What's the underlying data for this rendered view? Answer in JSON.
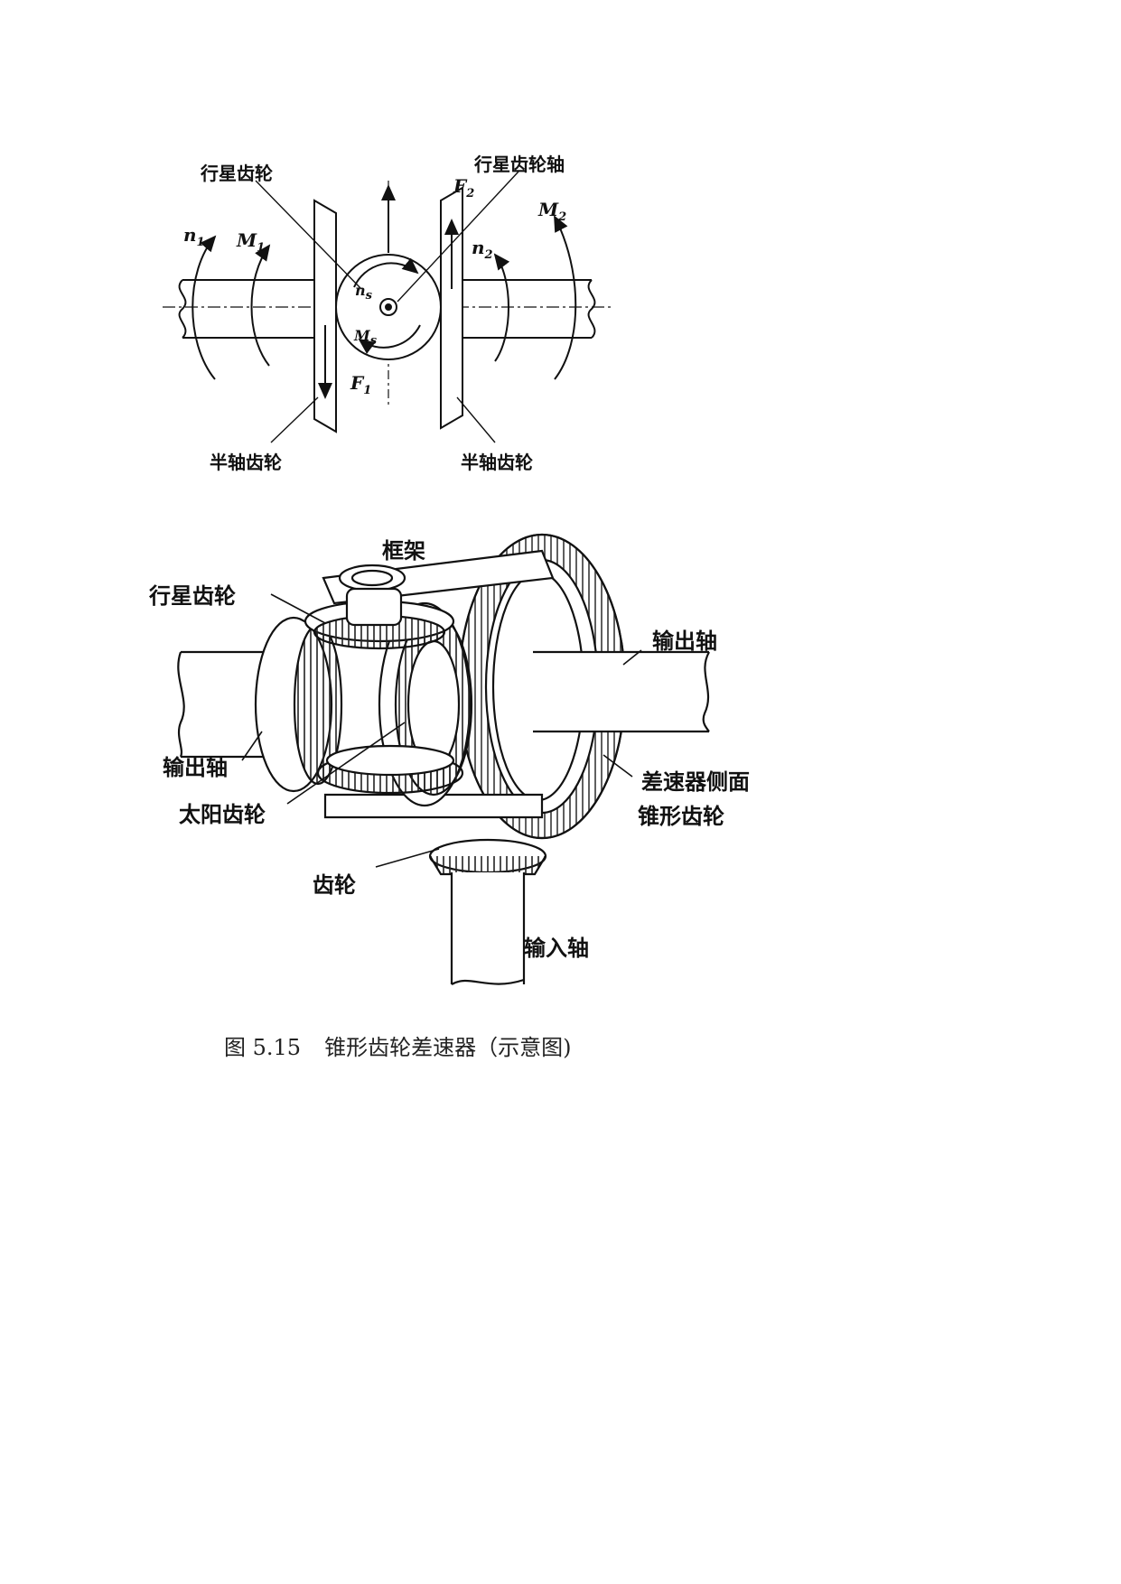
{
  "top_figure": {
    "labels": {
      "planet_gear": "行星齿轮",
      "planet_gear_shaft": "行星齿轮轴",
      "half_shaft_gear_left": "半轴齿轮",
      "half_shaft_gear_right": "半轴齿轮"
    },
    "symbols": {
      "n1": {
        "base": "n",
        "sub": "1"
      },
      "M1": {
        "base": "M",
        "sub": "1"
      },
      "n2": {
        "base": "n",
        "sub": "2"
      },
      "M2": {
        "base": "M",
        "sub": "2"
      },
      "F1": {
        "base": "F",
        "sub": "1"
      },
      "F2": {
        "base": "F",
        "sub": "2"
      },
      "ns": {
        "base": "n",
        "sub": "s"
      },
      "Ms": {
        "base": "M",
        "sub": "s"
      }
    }
  },
  "bottom_figure": {
    "labels": {
      "frame": "框架",
      "planet_gear": "行星齿轮",
      "output_shaft_right": "输出轴",
      "output_shaft_left": "输出轴",
      "sun_gear": "太阳齿轮",
      "side_bevel_gear_line1": "差速器侧面",
      "side_bevel_gear_line2": "锥形齿轮",
      "gear": "齿轮",
      "input_shaft": "输入轴"
    }
  },
  "caption": {
    "number": "图 5.15",
    "title": "锥形齿轮差速器（示意图)"
  }
}
